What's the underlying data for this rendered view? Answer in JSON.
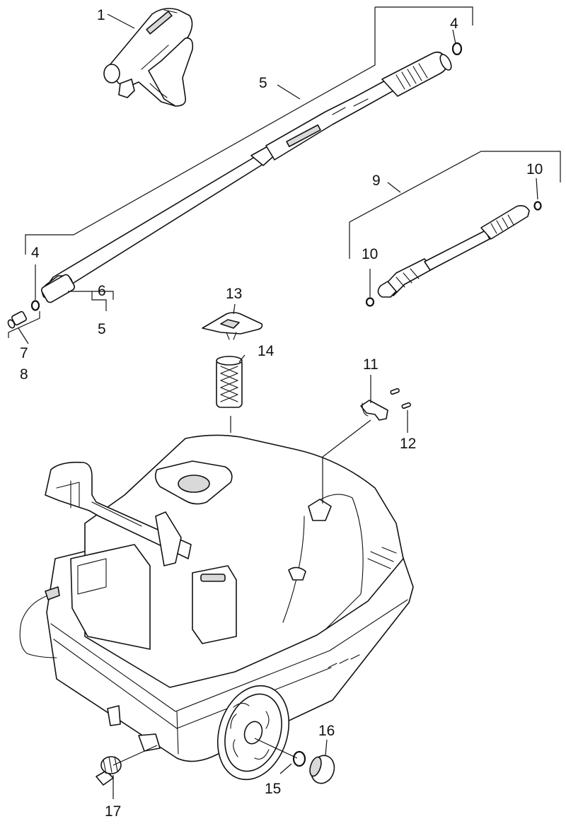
{
  "callouts": {
    "c1": "1",
    "c4a": "4",
    "c5a": "5",
    "c9": "9",
    "c10a": "10",
    "c4b": "4",
    "c10b": "10",
    "c6": "6",
    "c5b": "5",
    "c13": "13",
    "c7": "7",
    "c8": "8",
    "c14": "14",
    "c11": "11",
    "c12": "12",
    "c16": "16",
    "c15": "15",
    "c17": "17"
  }
}
